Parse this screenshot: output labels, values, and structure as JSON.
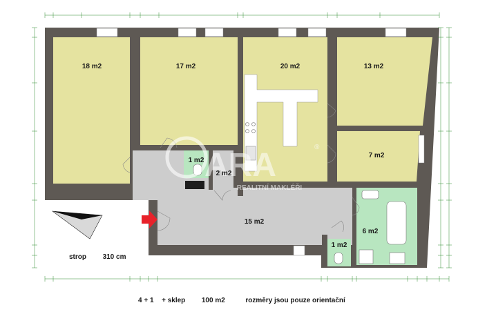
{
  "colors": {
    "wall": "#5e5954",
    "room": "#e5e3a0",
    "hall": "#cdcdcd",
    "bath": "#b8e6c0",
    "dimension": "#2e8b2e",
    "arrow": "#e8222a"
  },
  "rooms": [
    {
      "key": "r18",
      "label": "18 m2"
    },
    {
      "key": "r17",
      "label": "17 m2"
    },
    {
      "key": "r20",
      "label": "20 m2"
    },
    {
      "key": "r13",
      "label": "13 m2"
    },
    {
      "key": "r7",
      "label": "7 m2"
    },
    {
      "key": "wc1",
      "label": "1 m2"
    },
    {
      "key": "r2",
      "label": "2 m2"
    },
    {
      "key": "r15",
      "label": "15 m2"
    },
    {
      "key": "bath6",
      "label": "6 m2"
    },
    {
      "key": "wc2",
      "label": "1 m2"
    }
  ],
  "ceiling": {
    "label": "strop",
    "value": "310 cm"
  },
  "footer": {
    "layout": "4 + 1",
    "extra": "+ sklep",
    "area": "100 m2",
    "note": "rozměry jsou pouze orientační"
  },
  "watermark": {
    "brand": "ARA",
    "tagline": "REALITNÍ MAKLÉŘI",
    "registered": "®"
  },
  "icons": {
    "entrance": "entrance-arrow-icon",
    "north": "north-arrow-icon"
  }
}
